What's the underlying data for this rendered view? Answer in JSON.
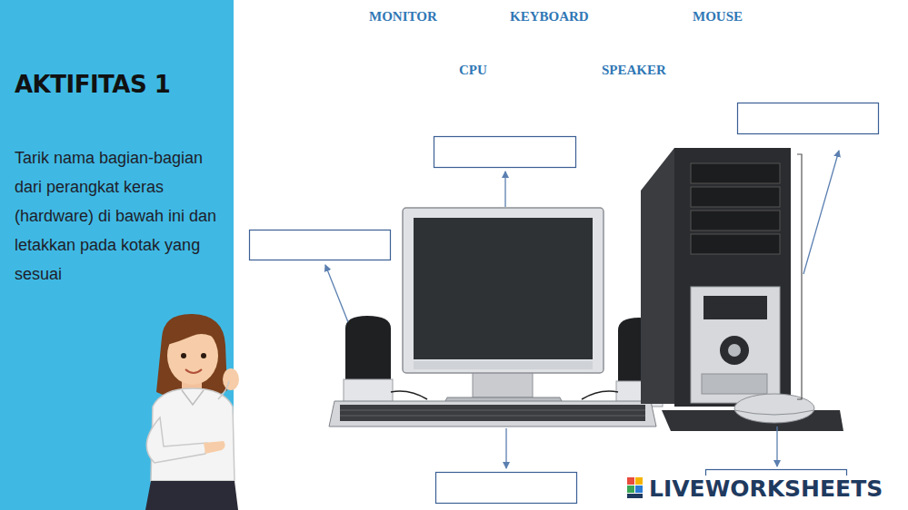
{
  "diagram": {
    "title": "AKTIFITAS 1",
    "labels": [
      "Tarik nama bagian-bagian dari perangkat keras (hardware) di bawah ini dan letakkan pada kotak yang sesuai",
      "MONITOR",
      "KEYBOARD",
      "MOUSE",
      "CPU",
      "SPEAKER",
      "LIVEWORKSHEETS"
    ]
  }
}
